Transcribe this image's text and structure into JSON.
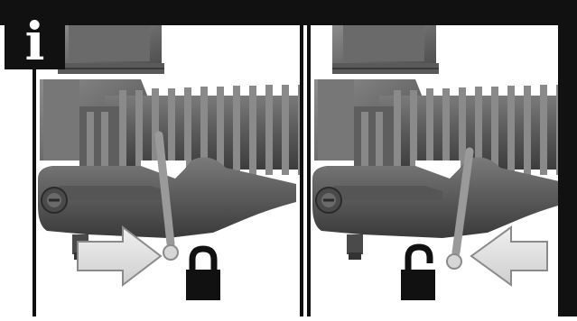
{
  "info_badge": {
    "glyph": "i",
    "icon": "info-icon"
  },
  "panels": [
    {
      "state": "locked",
      "icon": "padlock-closed-icon",
      "arrow_direction": "right"
    },
    {
      "state": "unlocked",
      "icon": "padlock-open-icon",
      "arrow_direction": "left"
    }
  ],
  "colors": {
    "frame": "#111111",
    "hose_dark": "#4a4a4a",
    "hose_mid": "#6b6b6b",
    "hose_light": "#8a8a8a",
    "arrow_fill": "#dcdcdc",
    "arrow_stroke": "#8a8a8a"
  }
}
